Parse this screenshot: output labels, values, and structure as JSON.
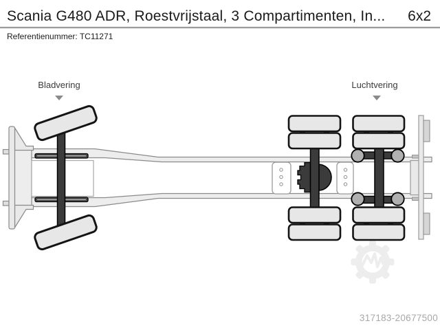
{
  "header": {
    "title": "Scania G480 ADR, Roestvrijstaal, 3 Compartimenten, In...",
    "axle_configuration": "6x2",
    "reference": "Referentienummer: TC11271"
  },
  "diagram": {
    "front_suspension_label": "Bladvering",
    "rear_suspension_label": "Luchtvering",
    "watermark_id": "317183-20677500",
    "colors": {
      "outline_black": "#141414",
      "dark_parts": "#3b3b3b",
      "light_parts": "#e9e9e9",
      "frame_stroke": "#8a8a8a",
      "bellow_gray": "#b0b0b0",
      "label_text": "#3a3a3a",
      "watermark_gray": "#ededed",
      "photo_id_text": "#a8a8a8"
    }
  }
}
